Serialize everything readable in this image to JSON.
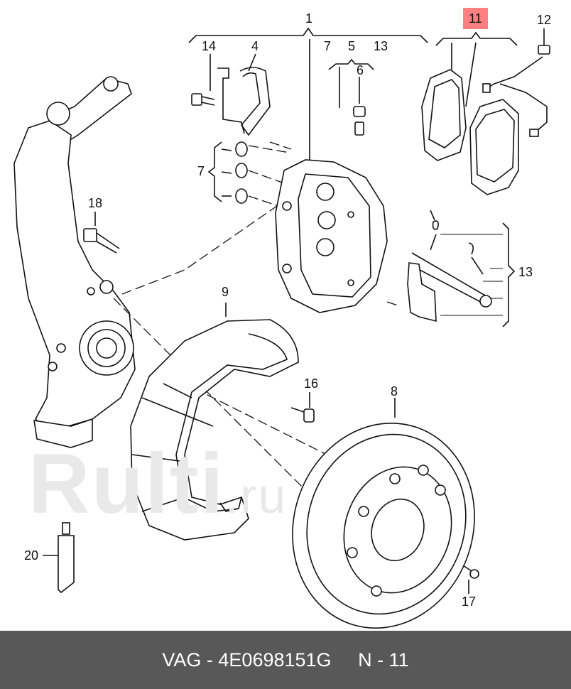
{
  "callouts": {
    "c1": "1",
    "c4": "4",
    "c5": "5",
    "c6": "6",
    "c7a": "7",
    "c7b": "7",
    "c8": "8",
    "c9": "9",
    "c11": "11",
    "c12": "12",
    "c13a": "13",
    "c13b": "13",
    "c14": "14",
    "c16": "16",
    "c17": "17",
    "c18": "18",
    "c20": "20"
  },
  "highlighted_callout": "11",
  "watermark": {
    "text": "Rulti",
    "suffix": ".ru"
  },
  "footer": {
    "brand": "VAG",
    "separator": " - ",
    "part_number": "4E0698151G",
    "gap": "     ",
    "position": "N - 11"
  },
  "colors": {
    "footer_bg": "#585858",
    "highlight": "#ff8080",
    "watermark": "#e9e9e9"
  }
}
